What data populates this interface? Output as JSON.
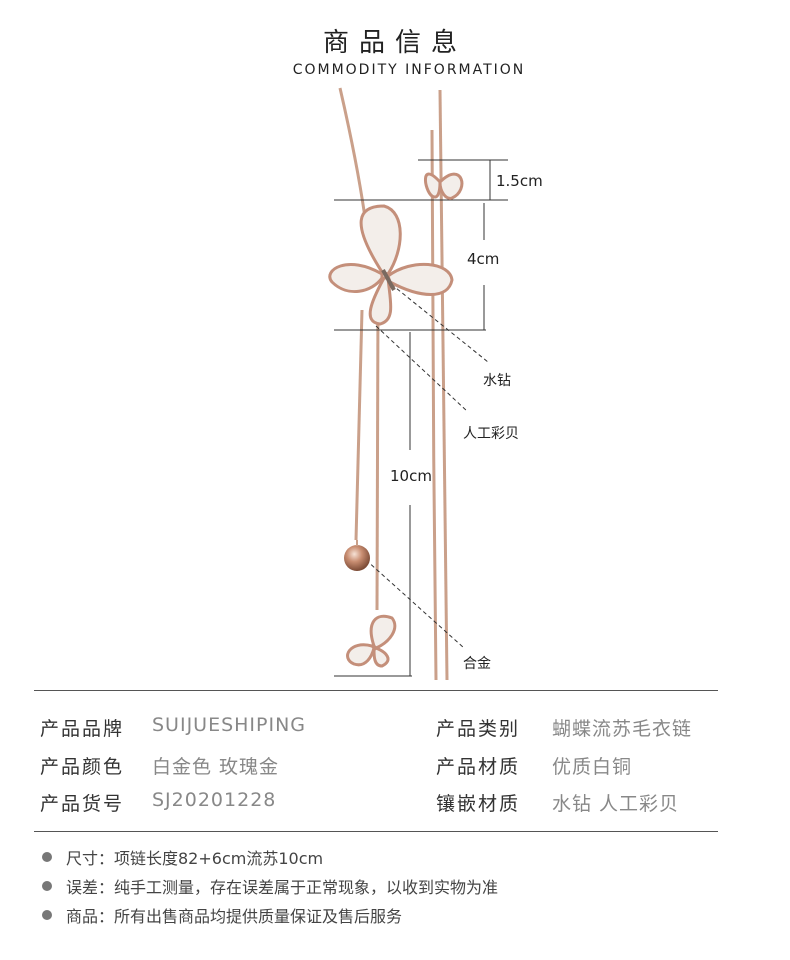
{
  "header": {
    "title_cn": "商品信息",
    "title_en": "COMMODITY INFORMATION"
  },
  "figure": {
    "dimensions": [
      "1.5cm",
      "4cm",
      "10cm"
    ],
    "callouts": {
      "rhinestone": "水钻",
      "shell": "人工彩贝",
      "alloy": "合金"
    },
    "colors": {
      "chain": "#caa08a",
      "shell": "#f3eeea",
      "rim": "#c48f7a"
    }
  },
  "specs": {
    "brand_label": "产品品牌",
    "brand_value": "SUIJUESHIPING",
    "category_label": "产品类别",
    "category_value": "蝴蝶流苏毛衣链",
    "color_label": "产品颜色",
    "color_value": "白金色 玫瑰金",
    "material_label": "产品材质",
    "material_value": "优质白铜",
    "sku_label": "产品货号",
    "sku_value": "SJ20201228",
    "inlay_label": "镶嵌材质",
    "inlay_value": "水钻 人工彩贝"
  },
  "notes": [
    "尺寸：项链长度82+6cm流苏10cm",
    "误差：纯手工测量，存在误差属于正常现象，以收到实物为准",
    "商品：所有出售商品均提供质量保证及售后服务"
  ]
}
